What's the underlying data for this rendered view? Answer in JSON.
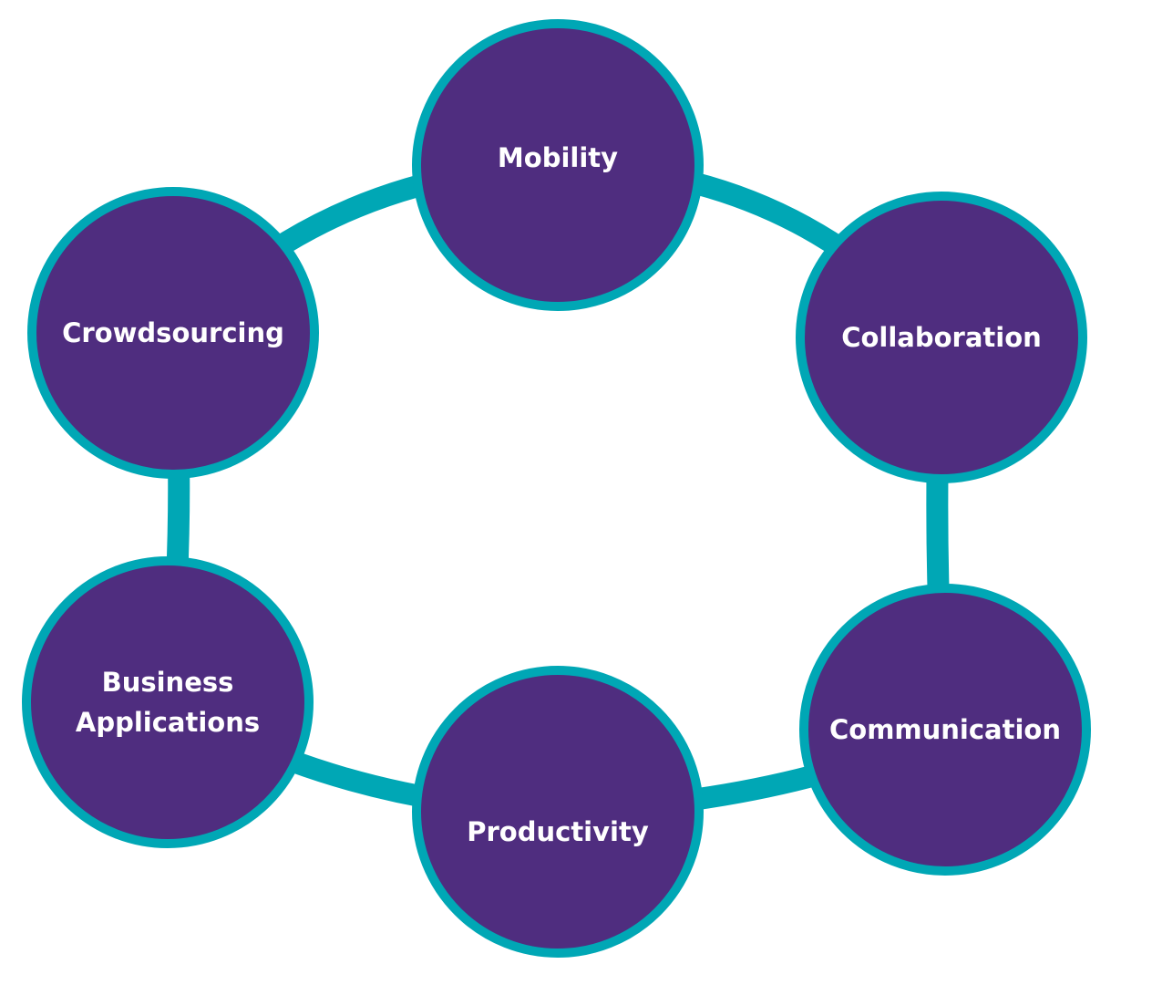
{
  "colors": {
    "node_fill": "#4F2D7F",
    "ring": "#00A7B5",
    "text": "#FFFFFF"
  },
  "nodes": [
    {
      "label": "Mobility"
    },
    {
      "label": "Collaboration"
    },
    {
      "label": "Communication"
    },
    {
      "label": "Productivity"
    },
    {
      "label": "Business\nApplications"
    },
    {
      "label": "Crowdsourcing"
    }
  ]
}
